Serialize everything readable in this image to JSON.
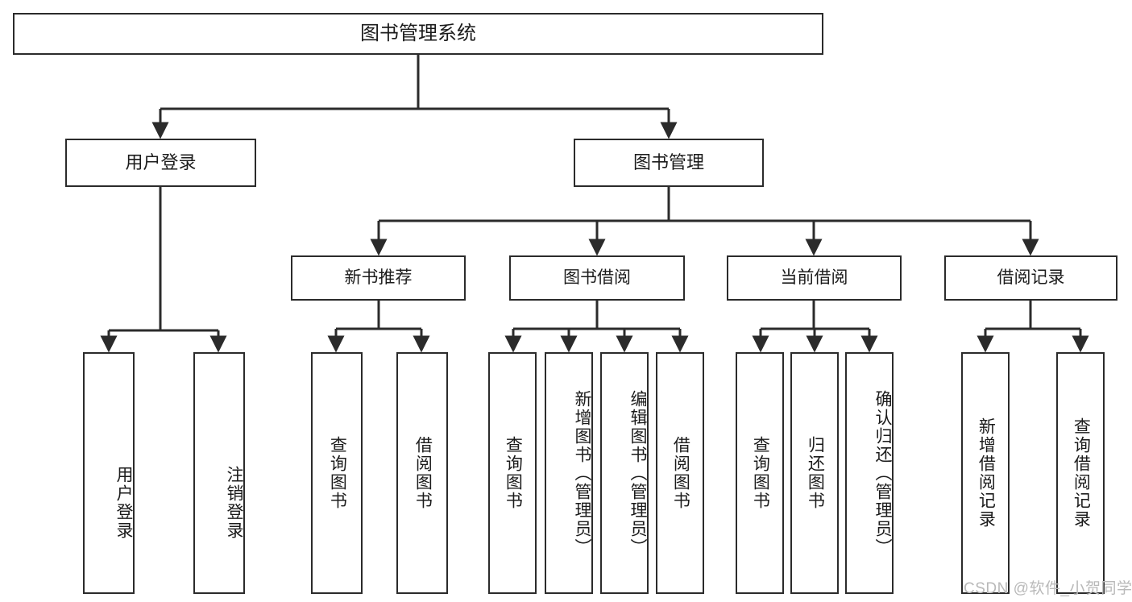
{
  "diagram": {
    "title": "图书管理系统",
    "type": "tree-hierarchy-chart",
    "root": {
      "label": "图书管理系统"
    },
    "level2": [
      {
        "label": "用户登录"
      },
      {
        "label": "图书管理"
      }
    ],
    "level3": [
      {
        "label": "新书推荐"
      },
      {
        "label": "图书借阅"
      },
      {
        "label": "当前借阅"
      },
      {
        "label": "借阅记录"
      }
    ],
    "leaves": [
      {
        "label": "用户登录"
      },
      {
        "label": "注销登录"
      },
      {
        "label": "查询图书"
      },
      {
        "label": "借阅图书"
      },
      {
        "label": "查询图书"
      },
      {
        "label": "新增图书（管理员）"
      },
      {
        "label": "编辑图书（管理员）"
      },
      {
        "label": "借阅图书"
      },
      {
        "label": "查询图书"
      },
      {
        "label": "归还图书"
      },
      {
        "label": "确认归还（管理员）"
      },
      {
        "label": "新增借阅记录"
      },
      {
        "label": "查询借阅记录"
      }
    ],
    "watermark": "CSDN @软件_小贺同学",
    "colors": {
      "stroke": "#2b2b2b",
      "fill": "#ffffff",
      "text": "#1b1b1b",
      "watermark": "#b9b9b9"
    }
  }
}
